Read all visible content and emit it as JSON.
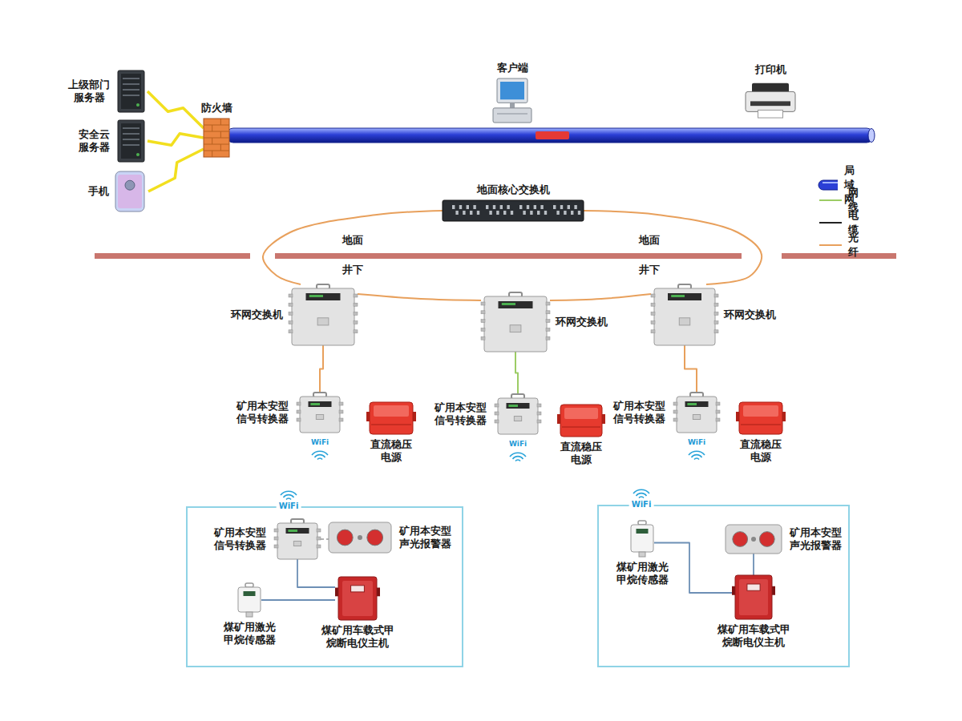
{
  "diagram": {
    "nodes": [
      {
        "text": [
          "上级部门 服务器"
        ]
      },
      {
        "text": [
          "安全云 服务器"
        ]
      },
      {
        "text": [
          "手机"
        ]
      },
      {
        "text": [
          "防火墙"
        ]
      },
      {
        "text": [
          "客户端"
        ]
      },
      {
        "text": [
          "打印机"
        ]
      },
      {
        "text": [
          "地面核心交换机"
        ]
      },
      {
        "text": [
          "环网交换机"
        ]
      },
      {
        "text": [
          "环网交换机"
        ]
      },
      {
        "text": [
          "环网交换机"
        ]
      },
      {
        "text": [
          "矿用本安型 信号转换器"
        ]
      },
      {
        "text": [
          "直流稳压 电源"
        ]
      },
      {
        "text": [
          "矿用本安型 信号转换器"
        ]
      },
      {
        "text": [
          "直流稳压 电源"
        ]
      },
      {
        "text": [
          "矿用本安型 信号转换器"
        ]
      },
      {
        "text": [
          "直流稳压 电源"
        ]
      },
      {
        "text": [
          "WiFi"
        ]
      },
      {
        "text": [
          "矿用本安型 信号转换器"
        ],
        "in": 16
      },
      {
        "text": [
          "矿用本安型 声光报警器"
        ],
        "in": 16
      },
      {
        "text": [
          "煤矿用激光 甲烷传感器"
        ],
        "in": 16
      },
      {
        "text": [
          "煤矿用车载式甲 烷断电仪主机"
        ],
        "in": 16
      },
      {
        "text": [
          "WiFi"
        ]
      },
      {
        "text": [
          "煤矿用激光 甲烷传感器"
        ],
        "in": 21
      },
      {
        "text": [
          "矿用本安型 声光报警器"
        ],
        "in": 21
      },
      {
        "text": [
          "煤矿用车载式甲 烷断电仪主机"
        ],
        "in": 21
      }
    ],
    "edges": [
      {
        "from": 0,
        "to": 3,
        "arrow": "none"
      },
      {
        "from": 1,
        "to": 3,
        "arrow": "none"
      },
      {
        "from": 2,
        "to": 3,
        "arrow": "none"
      },
      {
        "from": 6,
        "to": 7,
        "arrow": "none"
      },
      {
        "from": 7,
        "to": 8,
        "arrow": "none"
      },
      {
        "from": 8,
        "to": 9,
        "arrow": "none"
      },
      {
        "from": 9,
        "to": 6,
        "arrow": "none"
      },
      {
        "from": 7,
        "to": 10,
        "arrow": "none"
      },
      {
        "from": 8,
        "to": 12,
        "arrow": "none"
      },
      {
        "from": 9,
        "to": 14,
        "arrow": "none"
      },
      {
        "from": 17,
        "to": 18,
        "arrow": "none"
      },
      {
        "from": 17,
        "to": 20,
        "arrow": "none"
      },
      {
        "from": 19,
        "to": 20,
        "arrow": "none"
      },
      {
        "from": 22,
        "to": 24,
        "arrow": "none"
      },
      {
        "from": 23,
        "to": 24,
        "arrow": "none"
      }
    ],
    "labels": [
      "地面",
      "井下",
      "地面",
      "井下",
      "WiFi",
      "WiFi",
      "WiFi"
    ],
    "legend": [
      {
        "text": "局域网"
      },
      {
        "text": "网线"
      },
      {
        "text": "电缆"
      },
      {
        "text": "光纤"
      }
    ]
  }
}
